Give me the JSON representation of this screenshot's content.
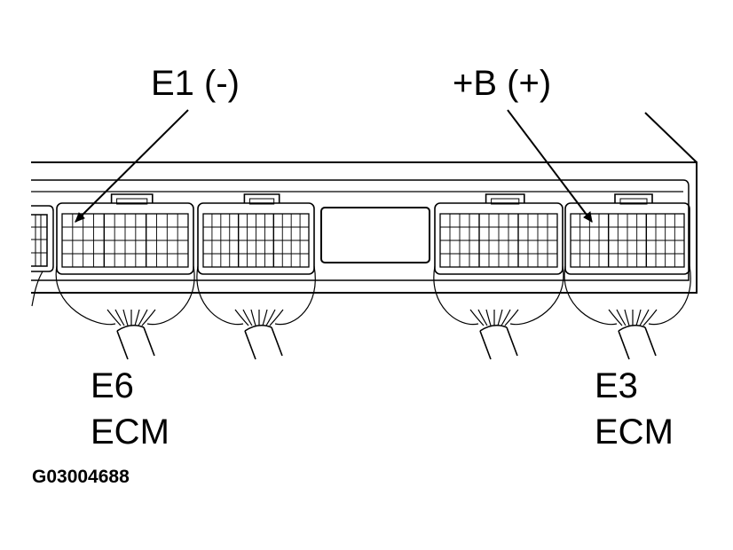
{
  "labels": {
    "pin_negative": "E1  (-)",
    "pin_positive": "+B (+)",
    "connector_left": "E6",
    "connector_left_unit": "ECM",
    "connector_right": "E3",
    "connector_right_unit": "ECM",
    "figure_id": "G03004688"
  }
}
